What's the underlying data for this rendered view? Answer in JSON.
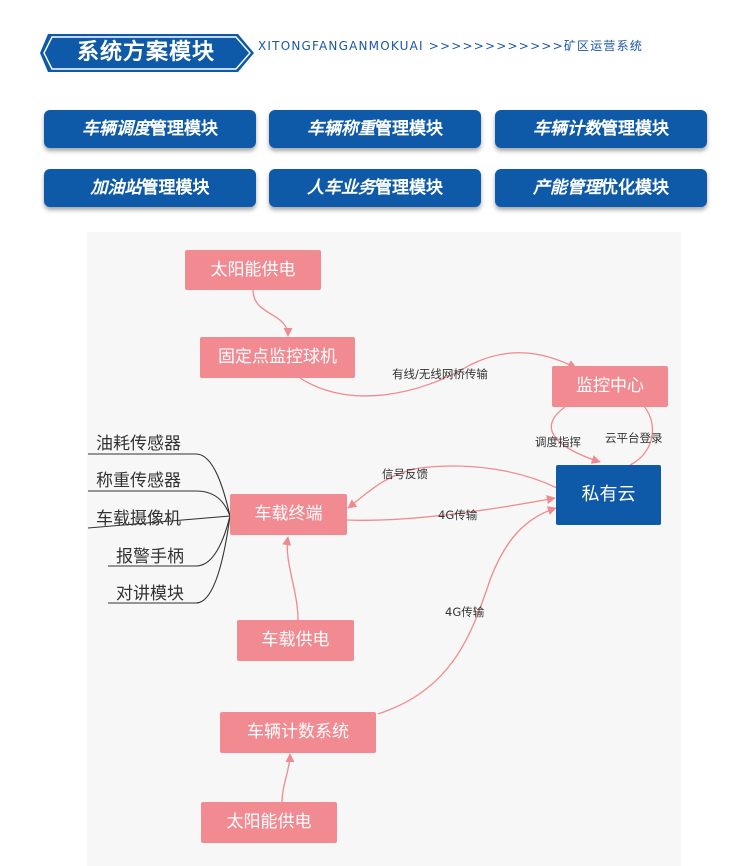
{
  "header": {
    "title": "系统方案模块",
    "subtitle": "XITONGFANGANMOKUAI >>>>>>>>>>>>矿区运营系统"
  },
  "modules": [
    {
      "bold": "车辆调度",
      "rest": "管理模块"
    },
    {
      "bold": "车辆称重",
      "rest": "管理模块"
    },
    {
      "bold": "车辆计数",
      "rest": "管理模块"
    },
    {
      "bold": "加油站",
      "rest": "管理模块"
    },
    {
      "bold": "人车业务",
      "rest": "管理模块"
    },
    {
      "bold": "产能管理",
      "rest": "优化模块"
    }
  ],
  "diagram": {
    "nodes": {
      "solar_top": "太阳能供电",
      "fixed_camera": "固定点监控球机",
      "monitor_center": "监控中心",
      "private_cloud": "私有云",
      "vehicle_terminal": "车载终端",
      "vehicle_power": "车载供电",
      "counting_system": "车辆计数系统",
      "solar_bottom": "太阳能供电"
    },
    "sensors": [
      "油耗传感器",
      "称重传感器",
      "车载摄像机",
      "报警手柄",
      "对讲模块"
    ],
    "edge_labels": {
      "wireless_bridge": "有线/无线网桥传输",
      "dispatch_command": "调度指挥",
      "cloud_login": "云平台登录",
      "signal_feedback": "信号反馈",
      "transmission_4g_terminal": "4G传输",
      "transmission_4g_counting": "4G传输"
    }
  },
  "colors": {
    "primary_blue": "#0e5aa8",
    "node_pink": "#f28a92",
    "arrow_pink": "#f08a90"
  }
}
